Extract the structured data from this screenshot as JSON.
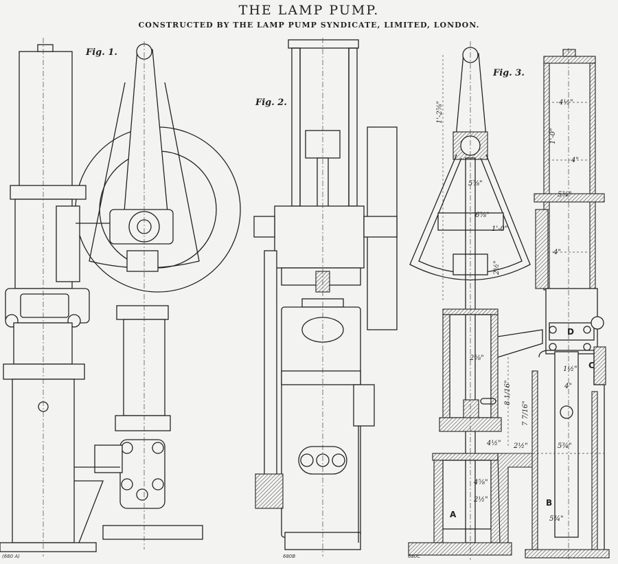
{
  "header": {
    "title": "THE LAMP PUMP.",
    "subtitle": "CONSTRUCTED BY THE LAMP PUMP SYNDICATE, LIMITED, LONDON."
  },
  "figures": [
    {
      "label": "Fig. 1.",
      "plate_ref": "(680 A)"
    },
    {
      "label": "Fig. 2.",
      "plate_ref": "680B"
    },
    {
      "label": "Fig. 3.",
      "plate_ref": "680C"
    }
  ],
  "part_letters": {
    "a": "A",
    "b": "B",
    "c": "C",
    "d": "D"
  },
  "dimensions": [
    "1'-2⅝\"",
    "4½\"",
    "1'-0\"",
    "4\"",
    "5⅞\"",
    "5¾\"",
    "6⅝\"",
    "1'-0\"",
    "2½\"",
    "4\"",
    "2⅝\"",
    "1½\"",
    "4\"",
    "8 1/16\"",
    "7 7/16\"",
    "4½\"",
    "2½\"",
    "2½\"",
    "5¾\"",
    "4⅝\"",
    "5¾\""
  ],
  "colors": {
    "ink": "#222222",
    "paper": "#f3f3f1"
  }
}
